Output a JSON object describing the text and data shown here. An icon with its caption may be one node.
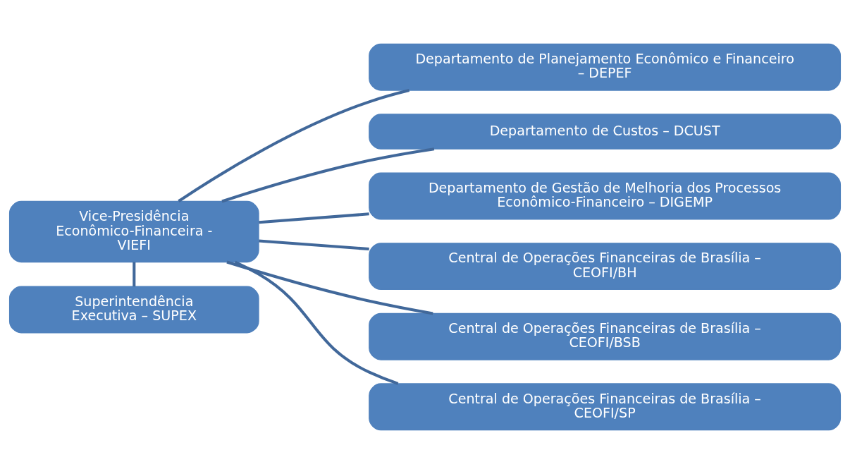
{
  "diagram": {
    "nodes": [
      {
        "text": [
          "Vice-Presidência Econômico-Financeira - VIEFI"
        ]
      },
      {
        "text": [
          "Superintendência Executiva – SUPEX"
        ]
      },
      {
        "text": [
          "Departamento de Planejamento Econômico e Financeiro – DEPEF"
        ]
      },
      {
        "text": [
          "Departamento de Custos – DCUST"
        ]
      },
      {
        "text": [
          "Departamento de Gestão de Melhoria dos Processos Econômico-Financeiro – DIGEMP"
        ]
      },
      {
        "text": [
          "Central de Operações Financeiras de Brasília – CEOFI/BH"
        ]
      },
      {
        "text": [
          "Central de Operações Financeiras de Brasília – CEOFI/BSB"
        ]
      },
      {
        "text": [
          "Central de Operações Financeiras de Brasília – CEOFI/SP"
        ]
      }
    ],
    "edges": [
      {
        "from": 0,
        "to": 1,
        "arrow": "none"
      },
      {
        "from": 0,
        "to": 2,
        "arrow": "none"
      },
      {
        "from": 0,
        "to": 3,
        "arrow": "none"
      },
      {
        "from": 0,
        "to": 4,
        "arrow": "none"
      },
      {
        "from": 0,
        "to": 5,
        "arrow": "none"
      },
      {
        "from": 0,
        "to": 6,
        "arrow": "none"
      },
      {
        "from": 0,
        "to": 7,
        "arrow": "none"
      }
    ]
  }
}
